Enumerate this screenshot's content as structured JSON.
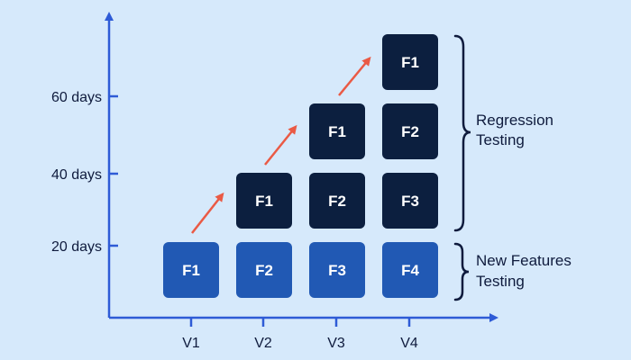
{
  "colors": {
    "background": "#d6e9fb",
    "axis": "#2e5bd6",
    "regression_block": "#0c1f3f",
    "new_feature_block": "#2159b4",
    "arrow": "#ea5a45",
    "brace": "#0f1b3d"
  },
  "y_axis": {
    "ticks": [
      "60 days",
      "40 days",
      "20 days"
    ]
  },
  "x_axis": {
    "ticks": [
      "V1",
      "V2",
      "V3",
      "V4"
    ]
  },
  "columns": [
    {
      "version": "V1",
      "new_feature": "F1",
      "regression": []
    },
    {
      "version": "V2",
      "new_feature": "F2",
      "regression": [
        "F1"
      ]
    },
    {
      "version": "V3",
      "new_feature": "F3",
      "regression": [
        "F2",
        "F1"
      ]
    },
    {
      "version": "V4",
      "new_feature": "F4",
      "regression": [
        "F3",
        "F2",
        "F1"
      ]
    }
  ],
  "braces": {
    "regression": [
      "Regression",
      "Testing"
    ],
    "new_features": [
      "New Features",
      "Testing"
    ]
  }
}
